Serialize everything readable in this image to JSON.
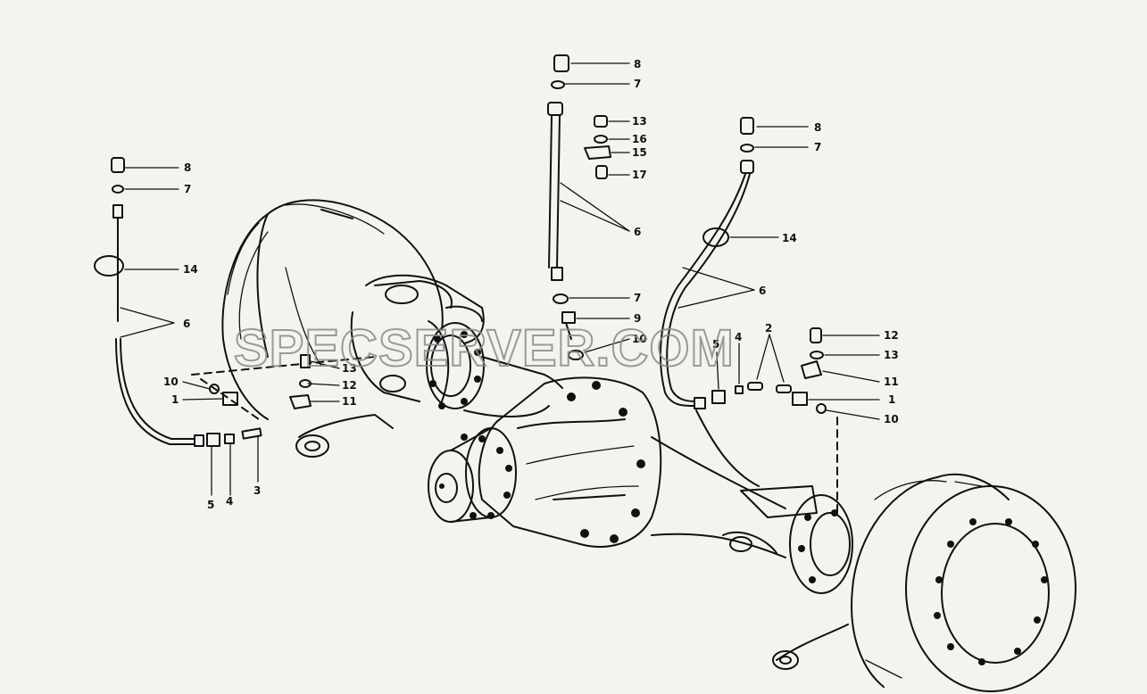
{
  "watermark": "SPECSERVER.COM",
  "labels": {
    "l_8": "8",
    "l_7": "7",
    "l_14": "14",
    "l_6": "6",
    "l_10": "10",
    "l_1": "1",
    "l_5": "5",
    "l_4": "4",
    "l_3": "3",
    "l_13": "13",
    "l_12": "12",
    "l_11": "11",
    "c_8": "8",
    "c_7": "7",
    "c_13": "13",
    "c_16": "16",
    "c_15": "15",
    "c_17": "17",
    "c_6": "6",
    "c_7b": "7",
    "c_9": "9",
    "c_10": "10",
    "r_8": "8",
    "r_7": "7",
    "r_14": "14",
    "r_6": "6",
    "r_5": "5",
    "r_4": "4",
    "r_2": "2",
    "r_12": "12",
    "r_13": "13",
    "r_11": "11",
    "r_1": "1",
    "r_10": "10"
  }
}
